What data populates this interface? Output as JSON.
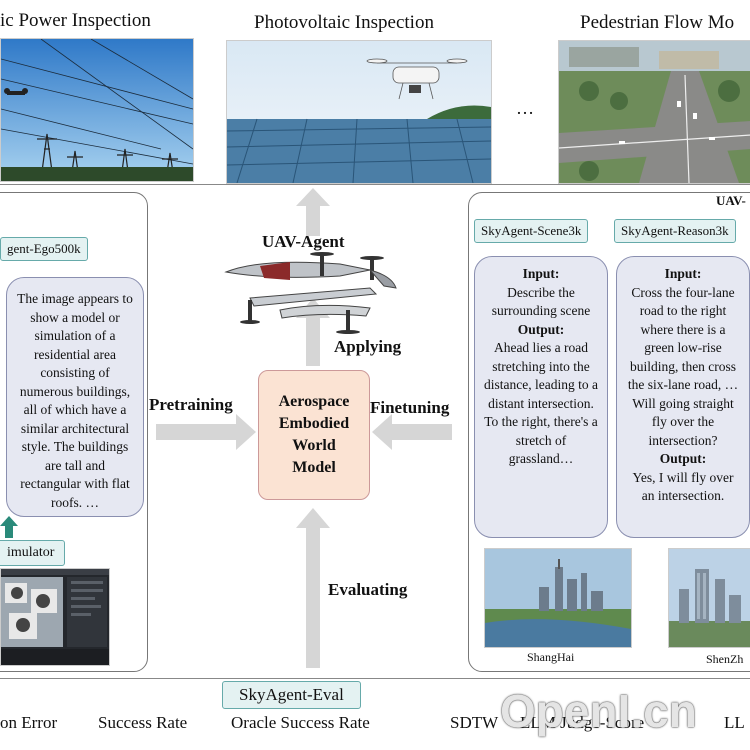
{
  "top": {
    "titles": [
      "ic Power Inspection",
      "Photovoltaic Inspection",
      "Pedestrian Flow Mo"
    ],
    "ellipsis": "…"
  },
  "left_panel": {
    "tag": "gent-Ego500k",
    "bubble": "The image appears to show a model or simulation of a residential area consisting of numerous buildings, all of which have a similar architectural style. The buildings are tall and rectangular with flat roofs. …",
    "simulator_label": "imulator"
  },
  "center": {
    "uav_agent": "UAV-Agent",
    "applying": "Applying",
    "pretraining": "Pretraining",
    "finetuning": "Finetuning",
    "evaluating": "Evaluating",
    "box_lines": [
      "Aerospace",
      "Embodied",
      "World",
      "Model"
    ]
  },
  "right_panel": {
    "header": "UAV-",
    "tags": [
      "SkyAgent-Scene3k",
      "SkyAgent-Reason3k"
    ],
    "bubble1": {
      "input_label": "Input:",
      "input": "Describe the surrounding scene",
      "output_label": "Output:",
      "output": "Ahead lies a road stretching into the distance, leading to a distant intersection. To the right, there's a stretch of grassland…"
    },
    "bubble2": {
      "input_label": "Input:",
      "input": "Cross the four-lane road to the right where there is a green low-rise building, then cross the six-lane road, …Will going straight fly over the intersection?",
      "output_label": "Output:",
      "output": "Yes, I will fly over an intersection."
    },
    "cities": [
      "ShangHai",
      "ShenZh"
    ]
  },
  "bottom": {
    "eval_tag": "SkyAgent-Eval",
    "metrics": [
      "on Error",
      "Success Rate",
      "Oracle Success Rate",
      "SDTW",
      "LLM Judge-Score",
      "LL"
    ]
  },
  "watermark": "OpenI.cn",
  "colors": {
    "center_box": "#fbe3d3",
    "bubble": "#e6e8f2",
    "tag": "#e4f2f2",
    "arrow": "#d6d6d6",
    "teal_arrow": "#2a8a7a"
  }
}
